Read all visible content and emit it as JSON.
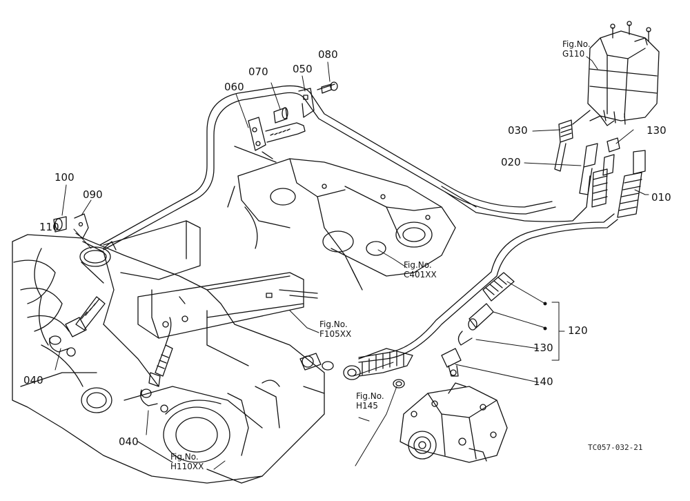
{
  "callouts": {
    "p010": "010",
    "p020": "020",
    "p030": "030",
    "p040a": "040",
    "p040b": "040",
    "p050": "050",
    "p060": "060",
    "p070": "070",
    "p080": "080",
    "p090": "090",
    "p100": "100",
    "p110": "110",
    "p120": "120",
    "p130a": "130",
    "p130b": "130",
    "p140": "140"
  },
  "figure_refs": {
    "g110": {
      "line1": "Fig.No.",
      "line2": "G110"
    },
    "c401": {
      "line1": "Fig.No.",
      "line2": "C401XX"
    },
    "f105": {
      "line1": "Fig.No.",
      "line2": "F105XX"
    },
    "h145": {
      "line1": "Fig.No.",
      "line2": "H145"
    },
    "h110": {
      "line1": "Fig.No.",
      "line2": "H110XX"
    }
  },
  "drawing_code": "TC057-032-21"
}
